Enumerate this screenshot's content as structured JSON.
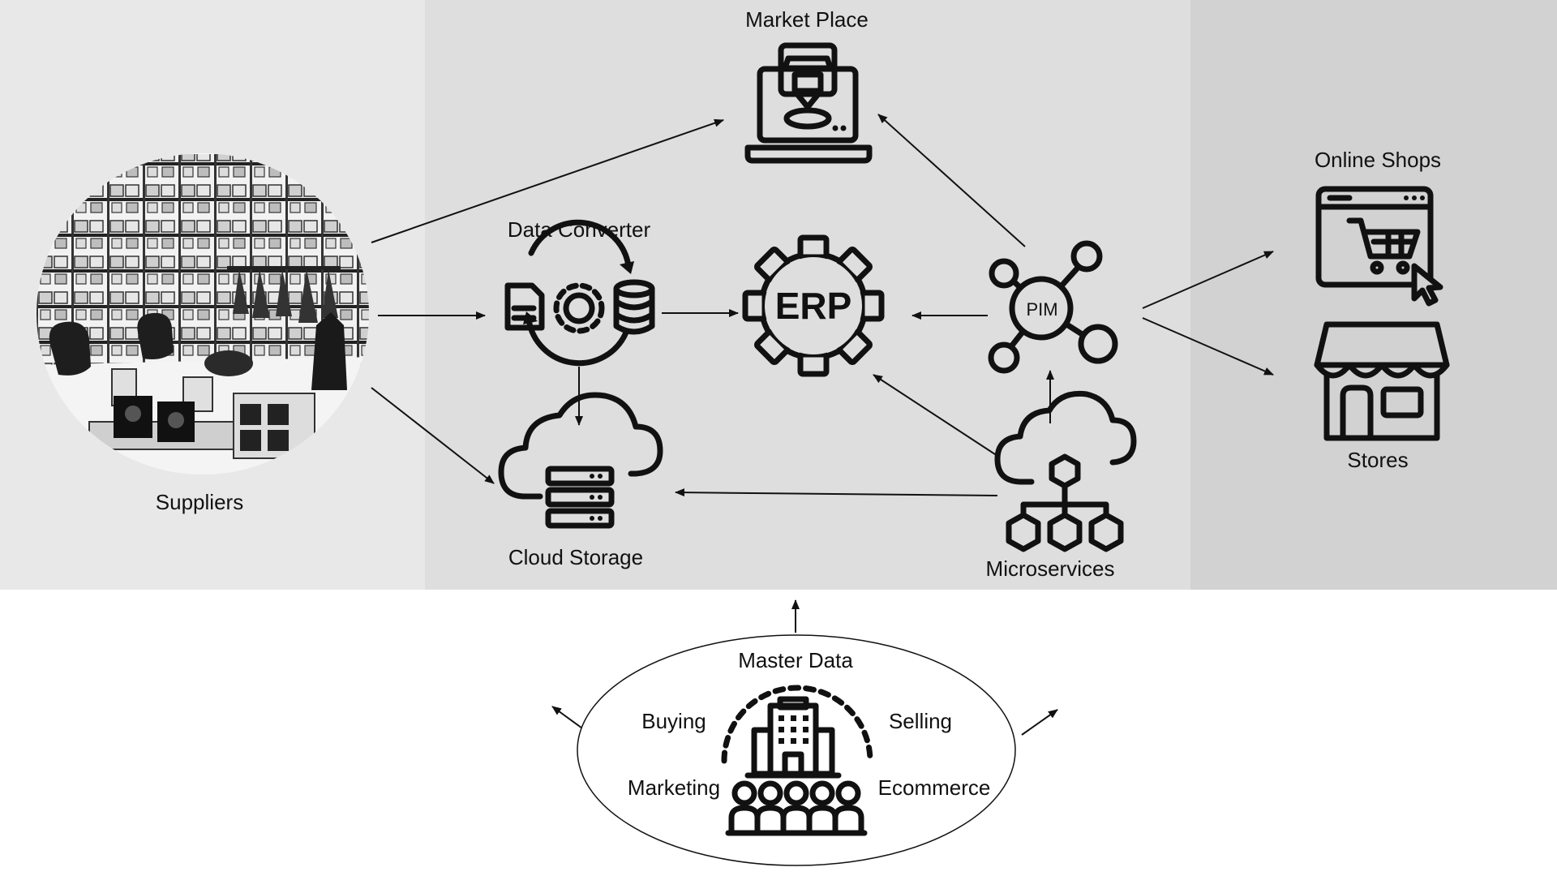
{
  "colors": {
    "panel_left": "#e8e8e8",
    "panel_middle": "#dedede",
    "panel_right": "#d2d2d2",
    "ink": "#111111",
    "background": "#ffffff"
  },
  "nodes": {
    "suppliers": {
      "label": "Suppliers",
      "icon": "warehouse-photo"
    },
    "market_place": {
      "label": "Market Place",
      "icon": "laptop-store-icon"
    },
    "data_converter": {
      "label": "Data Converter",
      "icon": "document-gear-database-cycle-icon"
    },
    "erp": {
      "label": "",
      "icon_text": "ERP",
      "icon": "gear-icon"
    },
    "pim": {
      "label": "",
      "icon_text": "PIM",
      "icon": "network-hub-icon"
    },
    "cloud_storage": {
      "label": "Cloud Storage",
      "icon": "cloud-server-icon"
    },
    "microservices": {
      "label": "Microservices",
      "icon": "cloud-cubes-icon"
    },
    "online_shops": {
      "label": "Online Shops",
      "icon": "browser-cart-icon"
    },
    "stores": {
      "label": "Stores",
      "icon": "storefront-icon"
    }
  },
  "master_data": {
    "title": "Master Data",
    "departments": [
      "Buying",
      "Selling",
      "Marketing",
      "Ecommerce"
    ],
    "icon": "company-team-icon"
  },
  "edges": [
    [
      "suppliers",
      "market_place"
    ],
    [
      "suppliers",
      "data_converter"
    ],
    [
      "suppliers",
      "cloud_storage"
    ],
    [
      "data_converter",
      "erp"
    ],
    [
      "data_converter",
      "cloud_storage"
    ],
    [
      "pim",
      "erp"
    ],
    [
      "pim",
      "market_place"
    ],
    [
      "pim",
      "online_shops"
    ],
    [
      "pim",
      "stores"
    ],
    [
      "microservices",
      "pim"
    ],
    [
      "microservices",
      "erp"
    ],
    [
      "microservices",
      "cloud_storage"
    ],
    [
      "master_data",
      "system"
    ]
  ]
}
